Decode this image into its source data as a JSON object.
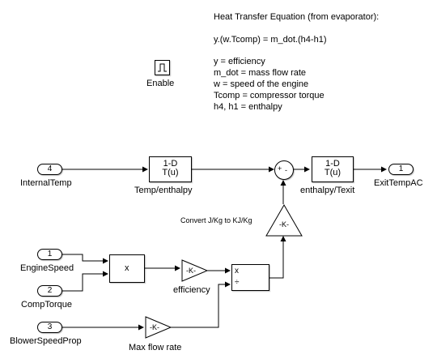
{
  "annotation": {
    "lines": [
      "Heat Transfer Equation (from evaporator):",
      "",
      "y.(w.Tcomp) = m_dot.(h4-h1)",
      "",
      "y = efficiency",
      "m_dot = mass flow rate",
      "w = speed of the engine",
      "Tcomp = compressor torque",
      "h4, h1 = enthalpy"
    ]
  },
  "enable": {
    "label": "Enable",
    "icon": "pulse-icon"
  },
  "inports": [
    {
      "number": "4",
      "label": "InternalTemp"
    },
    {
      "number": "1",
      "label": "EngineSpeed"
    },
    {
      "number": "2",
      "label": "CompTorque"
    },
    {
      "number": "3",
      "label": "BlowerSpeedProp"
    }
  ],
  "outport": {
    "number": "1",
    "label": "ExitTempAC"
  },
  "lookup_temp": {
    "line1": "1-D",
    "line2": "T(u)",
    "label": "Temp/enthalpy"
  },
  "lookup_enthalpy": {
    "line1": "1-D",
    "line2": "T(u)",
    "label": "enthalpy/Texit"
  },
  "sum": {
    "plus": "+",
    "minus": "-"
  },
  "gain_convert": {
    "text": "-K-",
    "label": "Convert J/Kg to KJ/Kg"
  },
  "gain_efficiency": {
    "text": "-K-",
    "label": "efficiency"
  },
  "gain_flow": {
    "text": "-K-",
    "label": "Max flow rate"
  },
  "product": {
    "symbol": "x"
  },
  "divide": {
    "mult": "x",
    "div": "÷"
  }
}
